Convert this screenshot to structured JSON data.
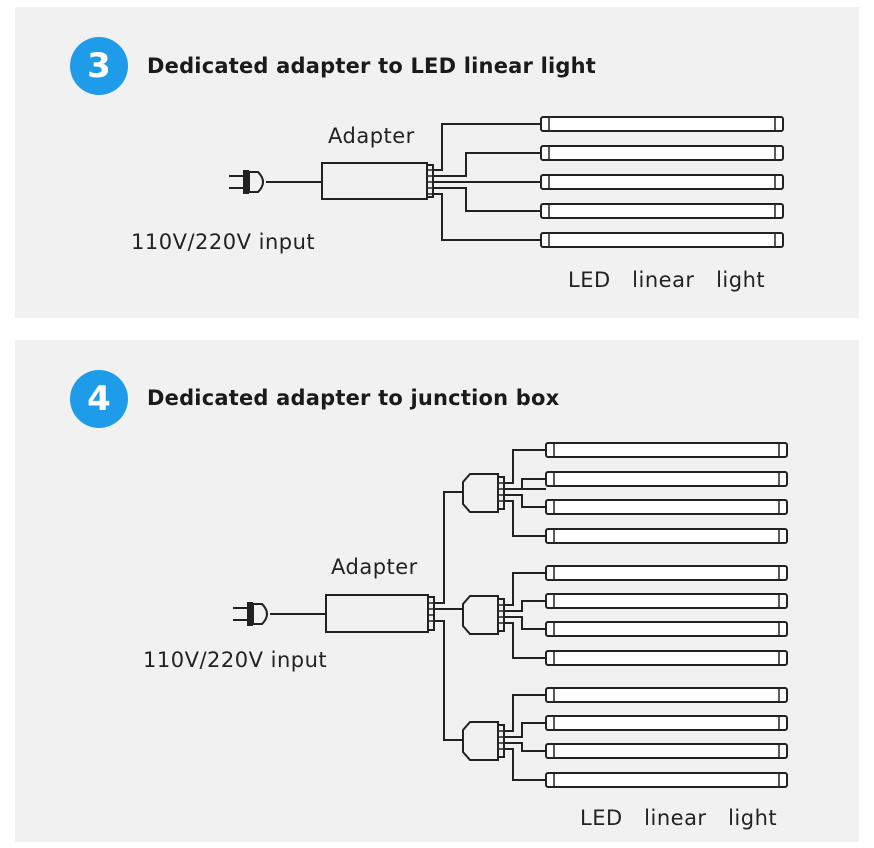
{
  "panel3": {
    "number": "3",
    "title": "Dedicated adapter to LED linear light",
    "adapter_label": "Adapter",
    "input_label": "110V/220V input",
    "light_label": "LED   linear   light"
  },
  "panel4": {
    "number": "4",
    "title": "Dedicated adapter to junction box",
    "adapter_label": "Adapter",
    "input_label": "110V/220V input",
    "light_label": "LED   linear   light"
  },
  "colors": {
    "badge": "#1e9be9",
    "panel": "#f1f1f1",
    "line": "#222222"
  },
  "icons": {
    "plug": "plug-icon"
  }
}
